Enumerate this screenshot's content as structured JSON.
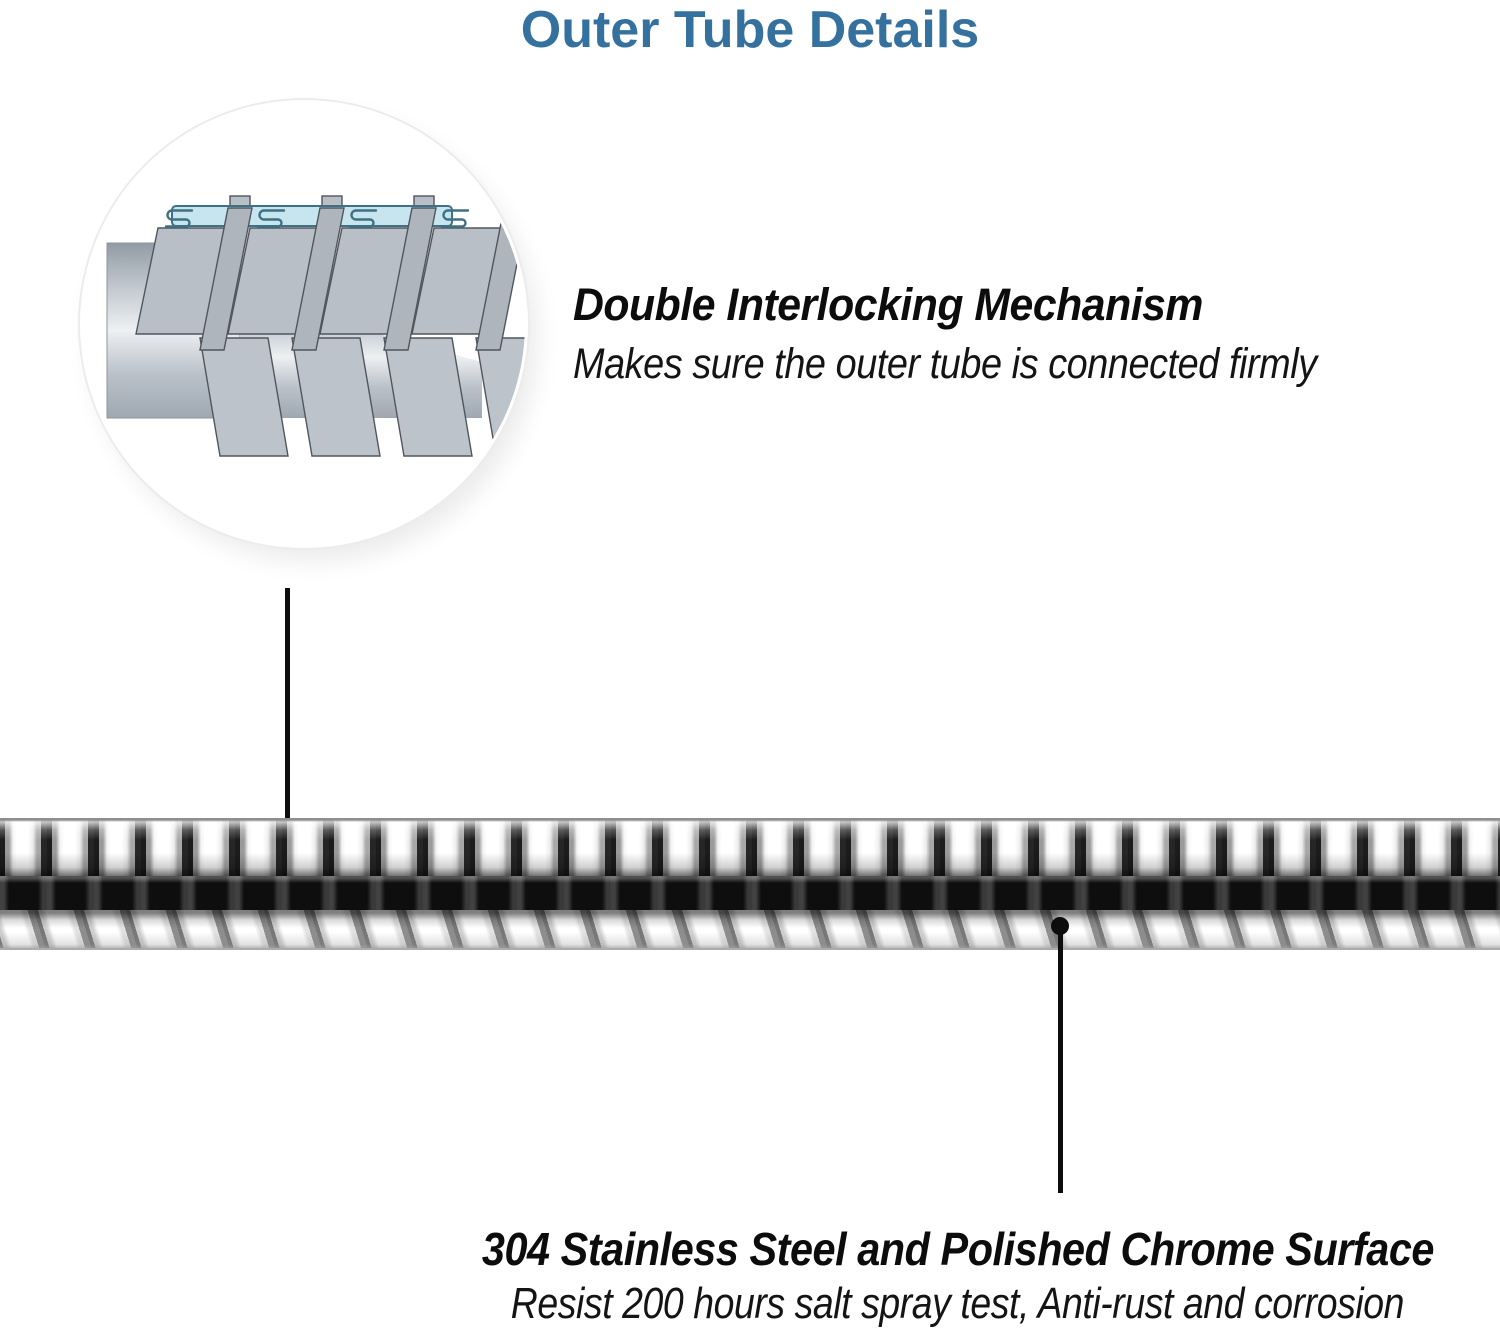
{
  "title": {
    "text": "Outer Tube Details",
    "color": "#35719e"
  },
  "inset_diagram": {
    "steel_fill": "#b9bfc7",
    "steel_stroke": "#50565e",
    "lower_steel_fill": "#bdc3cb",
    "narrow_steel_fill": "#aeb5bd",
    "highlight_fill": "#c6e5ef",
    "highlight_stroke": "#3f7084"
  },
  "callouts": [
    {
      "heading": "Double Interlocking Mechanism",
      "body": "Makes sure the outer tube is connected firmly"
    },
    {
      "heading": "304 Stainless Steel and Polished Chrome Surface",
      "body": "Resist 200 hours salt spray test, Anti-rust and corrosion"
    }
  ],
  "annotation": {
    "line_color": "#0d0d0d"
  }
}
